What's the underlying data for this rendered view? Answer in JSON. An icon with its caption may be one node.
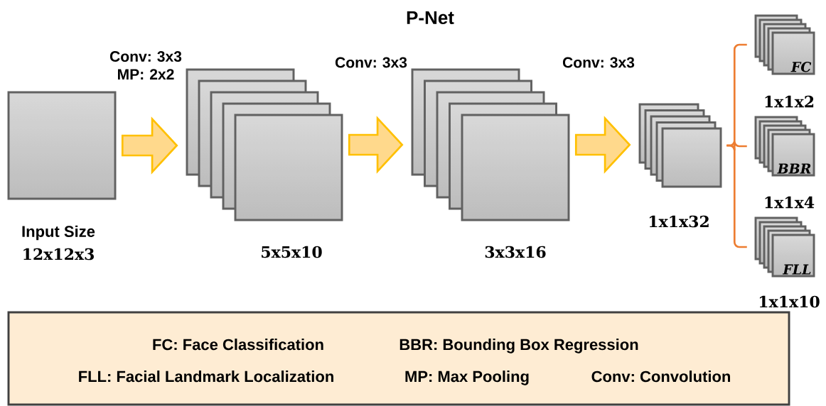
{
  "diagram": {
    "title": "P-Net",
    "nodes": [
      {
        "text": [],
        "shape": "box",
        "beside": [
          "Input Size",
          "12x12x3"
        ]
      },
      {
        "text": [],
        "shape": "box",
        "beside": [
          "5x5x10"
        ]
      },
      {
        "text": [],
        "shape": "box",
        "beside": [
          "3x3x16"
        ]
      },
      {
        "text": [],
        "shape": "box",
        "beside": [
          "1x1x32"
        ]
      },
      {
        "text": [
          "FC"
        ]
      },
      {
        "text": [
          "BBR"
        ]
      },
      {
        "text": [
          "FLL"
        ]
      },
      {
        "text": [
          "FC: Face Classification",
          "BBR: Bounding Box Regression",
          "FLL: Facial Landmark Localization",
          "MP: Max Pooling",
          "Conv: Convolution"
        ]
      }
    ],
    "edges": [
      {
        "from": 0,
        "to": 1,
        "arrow": "to"
      },
      {
        "from": 1,
        "to": 2,
        "arrow": "to"
      },
      {
        "from": 2,
        "to": 3,
        "arrow": "to"
      },
      {
        "from": 3,
        "to": 4,
        "arrow": "none",
        "color": "#ed7d31"
      },
      {
        "from": 3,
        "to": 5,
        "arrow": "none",
        "color": "#ed7d31"
      },
      {
        "from": 3,
        "to": 6,
        "arrow": "none",
        "color": "#ed7d31"
      }
    ],
    "labels": [
      "Conv: 3x3 MP: 2x2",
      "Conv: 3x3",
      "Conv: 3x3",
      "1x1x2",
      "1x1x4",
      "1x1x10"
    ]
  }
}
